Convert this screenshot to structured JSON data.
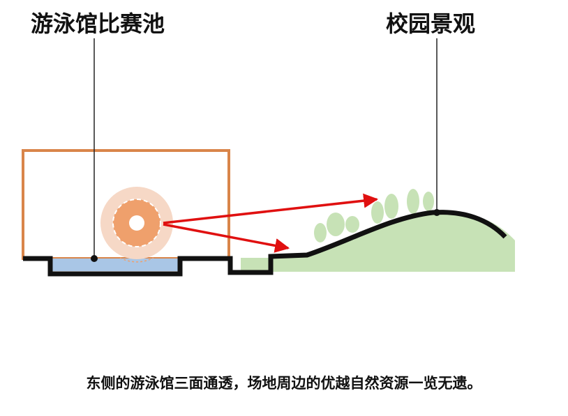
{
  "labels": {
    "pool": "游泳馆比赛池",
    "landscape": "校园景观"
  },
  "caption": "东侧的游泳馆三面通透，场地周边的优越自然资源一览无遗。",
  "colors": {
    "building_outline": "#d9854a",
    "pool_water": "#a9c6e6",
    "ground_line": "#111111",
    "hill_fill": "#c7e2b6",
    "tree_fill": "#c7e2b6",
    "sightline_arrow": "#e01010",
    "viewpoint_ring_outer": "#f6d8c6",
    "viewpoint_ring_inner": "#efa06c",
    "leader_line": "#222222"
  }
}
